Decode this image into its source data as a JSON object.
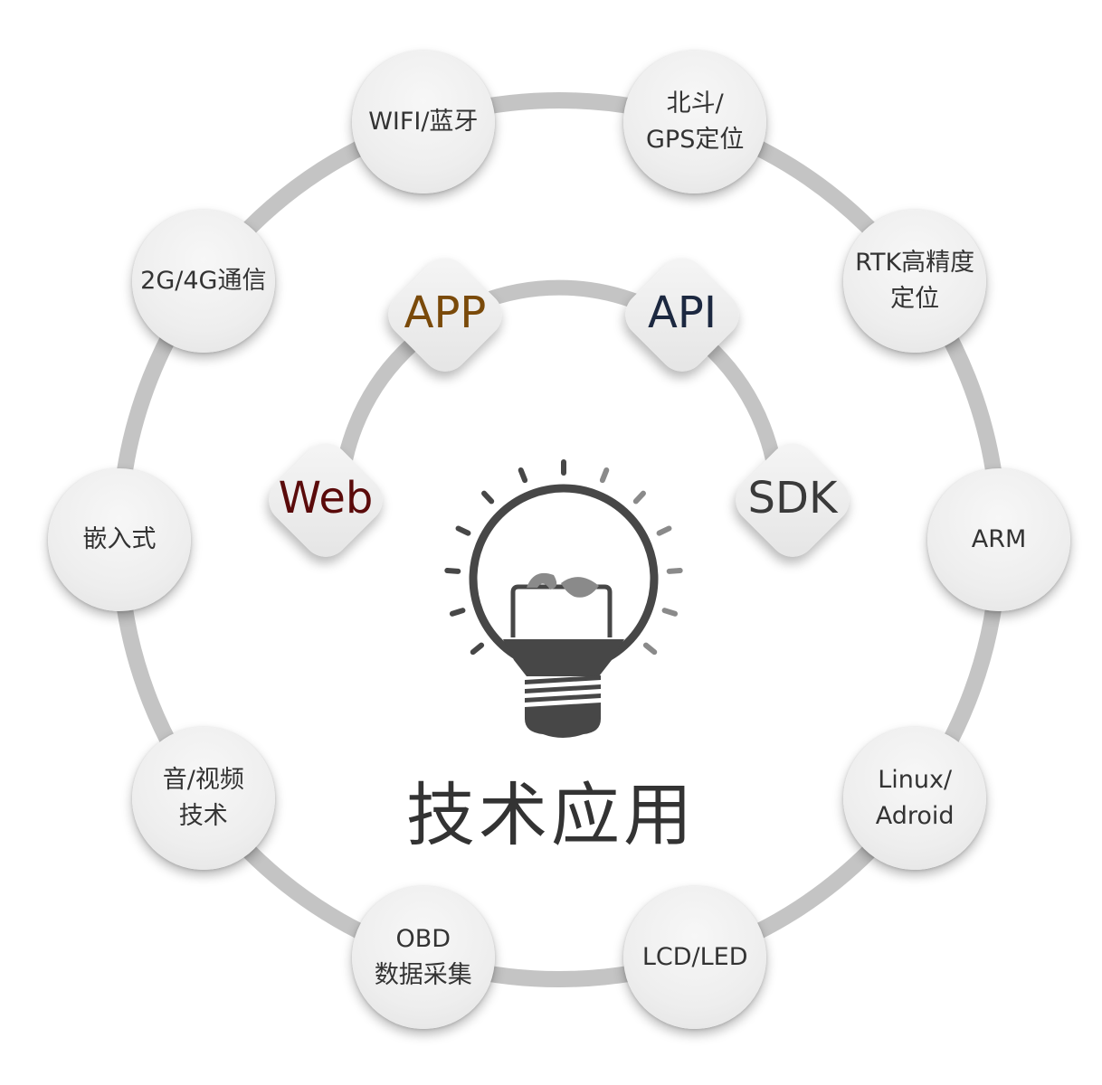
{
  "title": "技术应用",
  "outer_nodes": [
    {
      "label": "WIFI/蓝牙"
    },
    {
      "label": "北斗/\nGPS定位"
    },
    {
      "label": "RTK高精度\n定位"
    },
    {
      "label": "ARM"
    },
    {
      "label": "Linux/\nAdroid"
    },
    {
      "label": "LCD/LED"
    },
    {
      "label": "OBD\n数据采集"
    },
    {
      "label": "音/视频\n技术"
    },
    {
      "label": "嵌入式"
    },
    {
      "label": "2G/4G通信"
    }
  ],
  "inner_nodes": [
    {
      "label": "Web",
      "color": "#5a0a0a"
    },
    {
      "label": "APP",
      "color": "#7a4a0a"
    },
    {
      "label": "API",
      "color": "#1c2840"
    },
    {
      "label": "SDK",
      "color": "#3a3a3a"
    }
  ],
  "colors": {
    "ring": "#c4c4c4",
    "bulb": "#474747",
    "ray_light": "#8a8a8a"
  }
}
